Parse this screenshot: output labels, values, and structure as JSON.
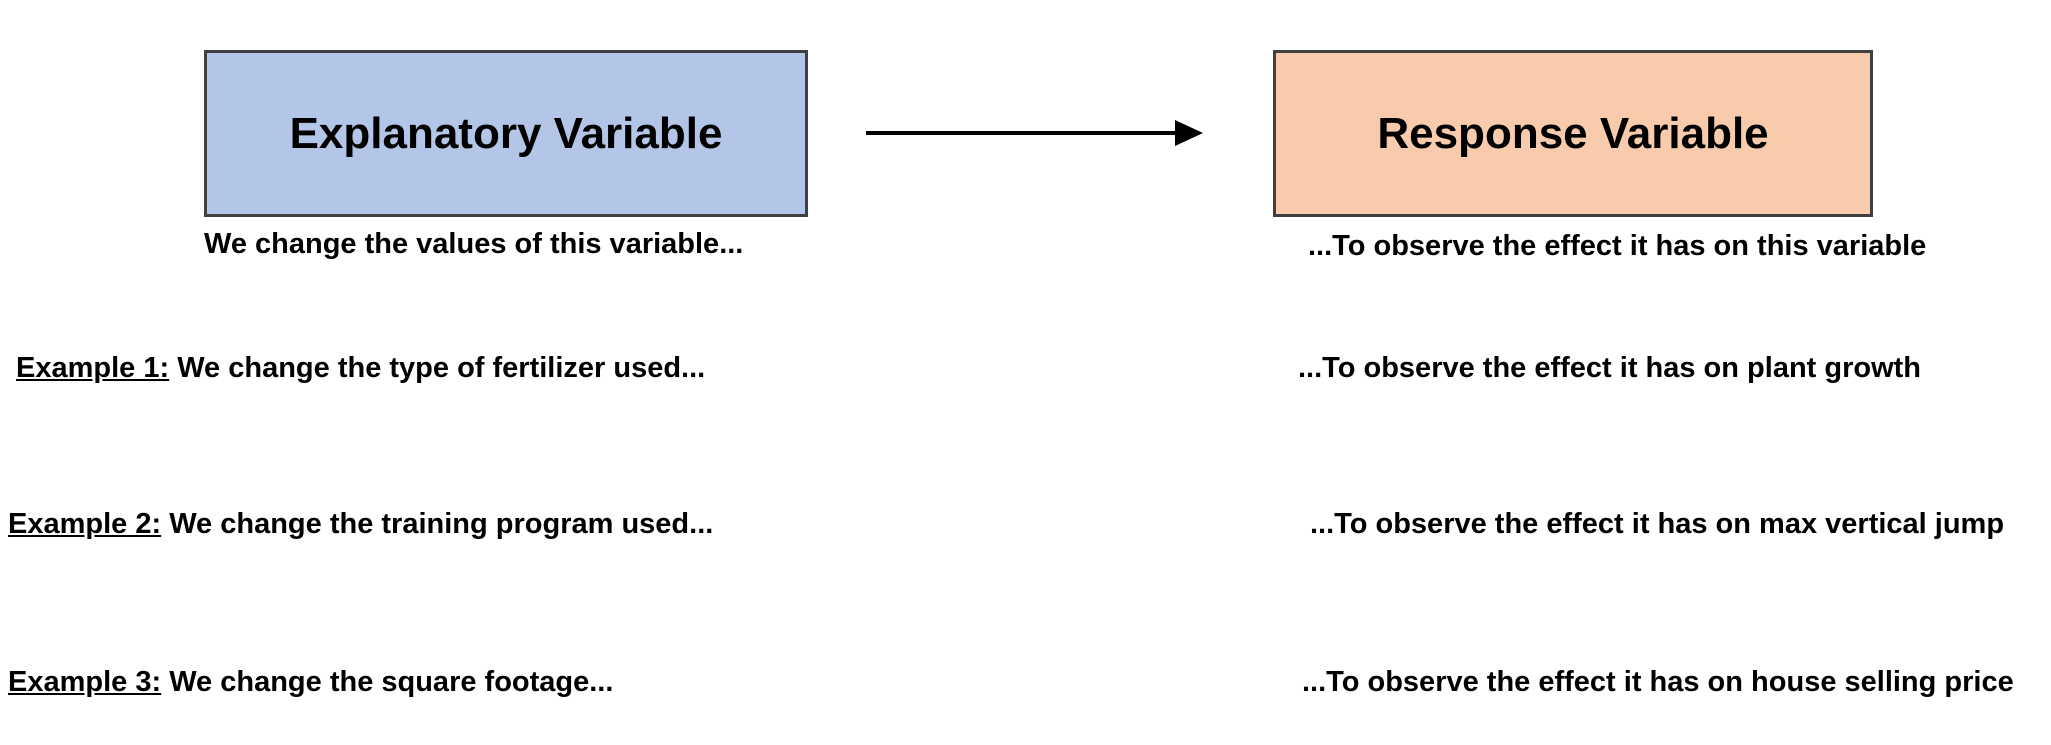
{
  "diagram": {
    "explanatory_box": {
      "label": "Explanatory Variable",
      "fill": "#b4c6e7"
    },
    "response_box": {
      "label": "Response Variable",
      "fill": "#f8cbad"
    },
    "arrow": {
      "direction": "right",
      "color": "#000000"
    },
    "explanatory_caption": "We change the values of this variable...",
    "response_caption": "...To observe the effect it has on this variable",
    "examples": [
      {
        "label": "Example 1:",
        "left": "We change the type of fertilizer used...",
        "right": "...To observe the effect it has on plant growth"
      },
      {
        "label": "Example 2:",
        "left": "We change the training program used...",
        "right": "...To observe the effect it has on max vertical jump"
      },
      {
        "label": "Example 3:",
        "left": "We change the square footage...",
        "right": "...To observe the effect it has on house selling price"
      }
    ]
  }
}
